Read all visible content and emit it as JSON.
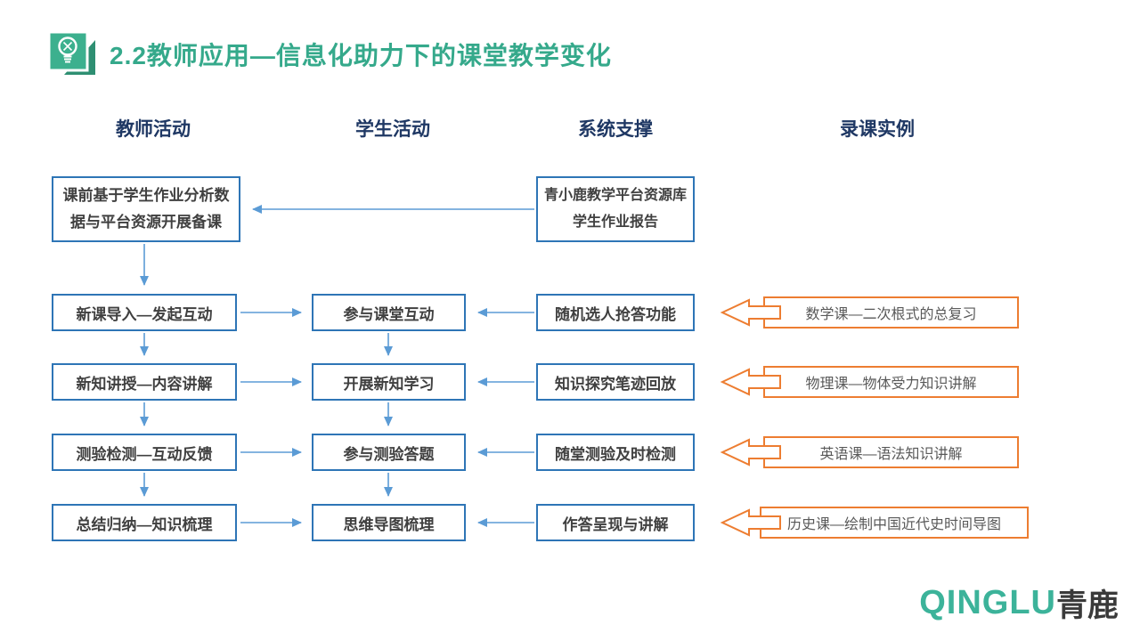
{
  "title": {
    "text": "2.2教师应用—信息化助力下的课堂教学变化"
  },
  "columns": [
    {
      "label": "教师活动"
    },
    {
      "label": "学生活动"
    },
    {
      "label": "系统支撑"
    },
    {
      "label": "录课实例"
    }
  ],
  "prep": {
    "teacher_line1": "课前基于学生作业分析数",
    "teacher_line2": "据与平台资源开展备课",
    "system_line1": "青小鹿教学平台资源库",
    "system_line2": "学生作业报告"
  },
  "rows": [
    {
      "teacher": "新课导入—发起互动",
      "student": "参与课堂互动",
      "system": "随机选人抢答功能",
      "example": "数学课—二次根式的总复习"
    },
    {
      "teacher": "新知讲授—内容讲解",
      "student": "开展新知学习",
      "system": "知识探究笔迹回放",
      "example": "物理课—物体受力知识讲解"
    },
    {
      "teacher": "测验检测—互动反馈",
      "student": "参与测验答题",
      "system": "随堂测验及时检测",
      "example": "英语课—语法知识讲解"
    },
    {
      "teacher": "总结归纳—知识梳理",
      "student": "思维导图梳理",
      "system": "作答呈现与讲解",
      "example": "历史课—绘制中国近代史时间导图"
    }
  ],
  "logo": {
    "latin": "QINGLU",
    "cjk": "青鹿"
  },
  "colors": {
    "accent_green": "#35A98B",
    "fold_green": "#2E8F72",
    "box_border_blue": "#2E75B6",
    "arrow_blue": "#5B9BD5",
    "example_orange": "#ED7D31",
    "header_navy": "#1F3864",
    "box_text": "#404040"
  }
}
